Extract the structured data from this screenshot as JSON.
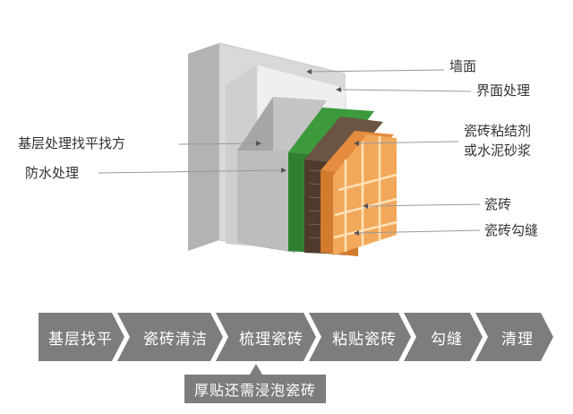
{
  "labels": {
    "wall": "墙面",
    "interface": "界面处理",
    "base_level": "基层处理找平找方",
    "waterproof": "防水处理",
    "adhesive_line1": "瓷砖粘结剂",
    "adhesive_line2": "或水泥砂浆",
    "tile": "瓷砖",
    "grout": "瓷砖勾缝"
  },
  "steps": [
    {
      "label": "基层找平"
    },
    {
      "label": "瓷砖清洁"
    },
    {
      "label": "梳理瓷砖"
    },
    {
      "label": "粘贴瓷砖"
    },
    {
      "label": "勾缝"
    },
    {
      "label": "清理"
    }
  ],
  "note": "厚贴还需浸泡瓷砖",
  "colors": {
    "step_fill": "#7d7d7d",
    "note_fill": "#7d7d7d",
    "wall_face": "#d9d9d9",
    "wall_side": "#b3b3b3",
    "interface_face": "#ececec",
    "base_face": "#c2c2c2",
    "waterproof_green": "#3c9a3c",
    "adhesive_brown": "#5a4536",
    "tile_orange": "#f0a458",
    "grout_line": "#ffe3b8"
  }
}
